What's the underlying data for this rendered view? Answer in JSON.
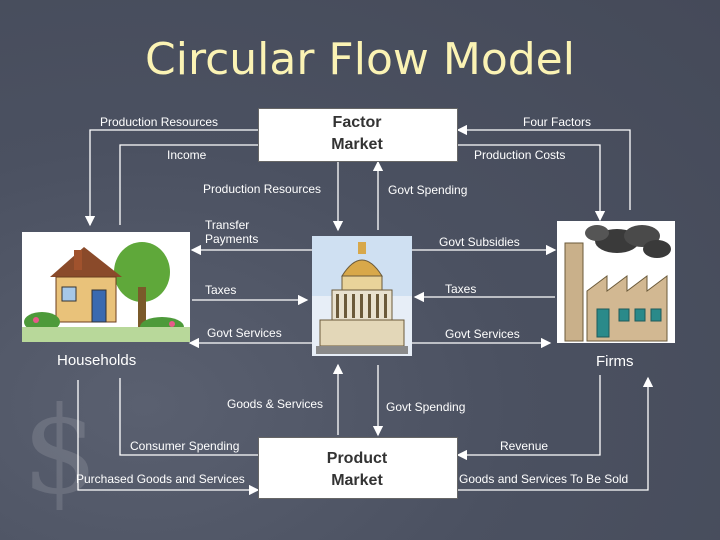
{
  "title": "Circular Flow Model",
  "factor_market": "Factor Market",
  "product_market": "Product Market",
  "labels": {
    "production_resources_top": "Production Resources",
    "income": "Income",
    "four_factors": "Four Factors",
    "production_costs": "Production Costs",
    "production_resources_mid": "Production Resources",
    "govt_spending_top": "Govt Spending",
    "transfer_payments_line1": "Transfer",
    "transfer_payments_line2": "Payments",
    "govt_subsidies": "Govt Subsidies",
    "taxes_left": "Taxes",
    "taxes_right": "Taxes",
    "govt_services_left": "Govt Services",
    "govt_services_right": "Govt Services",
    "households": "Households",
    "firms": "Firms",
    "goods_services": "Goods & Services",
    "govt_spending_bottom": "Govt Spending",
    "consumer_spending": "Consumer Spending",
    "revenue": "Revenue",
    "purchased_goods": "Purchased Goods and Services",
    "goods_to_be_sold": "Goods and Services To Be Sold"
  },
  "colors": {
    "background": "#4b5161",
    "title": "#fbf3b4",
    "label": "#ffffff",
    "box_text": "#333333"
  }
}
